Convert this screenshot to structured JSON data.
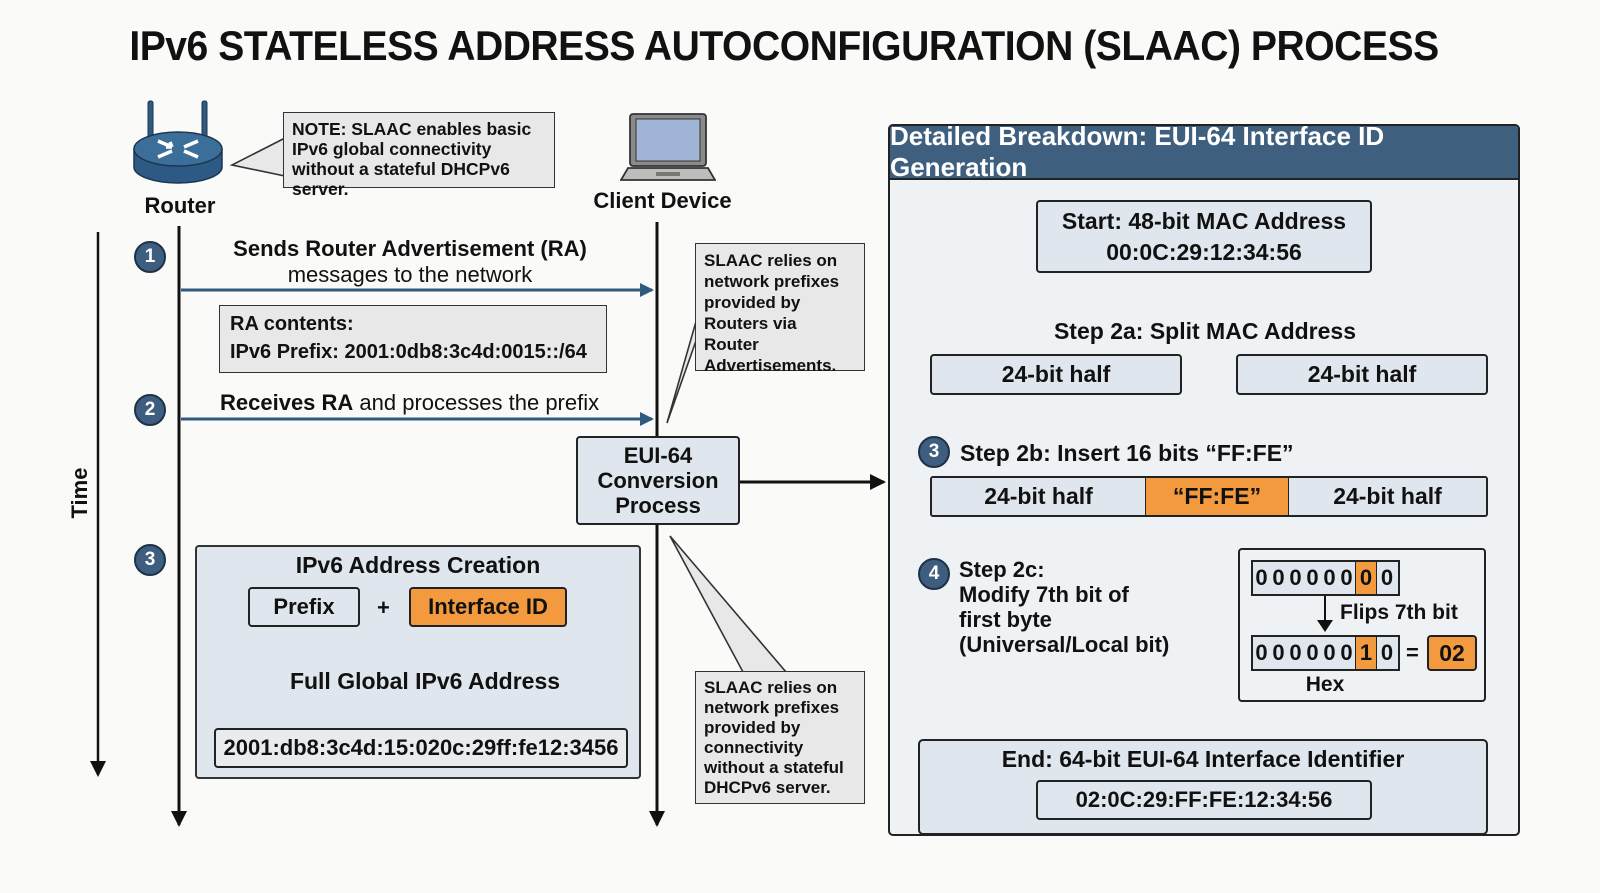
{
  "title": "IPv6 STATELESS ADDRESS AUTOCONFIGURATION (SLAAC) PROCESS",
  "colors": {
    "accent_blue": "#3d5e7e",
    "header_blue": "#3f5f7f",
    "orange": "#f39a3e",
    "box_fill": "#dfe6ed",
    "note_fill": "#e8e8e8"
  },
  "actors": {
    "router": {
      "label": "Router",
      "icon": "router-icon"
    },
    "client": {
      "label": "Client Device",
      "icon": "laptop-icon"
    }
  },
  "time_axis": {
    "label": "Time"
  },
  "notes": {
    "top": "NOTE: SLAAC enables basic IPv6 global connectivity without a stateful DHCPv6 server.",
    "right_upper": "SLAAC relies on network prefixes provided by Routers via Router Advertisements.",
    "right_lower": "SLAAC relies on network prefixes provided by connectivity without a stateful DHCPv6 server."
  },
  "steps": [
    {
      "number": "1",
      "title": "Sends Router Advertisement (RA)",
      "subtitle": "messages to the network"
    },
    {
      "number": "2",
      "title_bold": "Receives RA",
      "title_rest": " and processes the prefix"
    },
    {
      "number": "3"
    }
  ],
  "ra_contents": {
    "label": "RA contents:",
    "prefix": "IPv6 Prefix: 2001:0db8:3c4d:0015::/64"
  },
  "eui_process": {
    "line1": "EUI-64",
    "line2": "Conversion",
    "line3": "Process"
  },
  "address_creation": {
    "title": "IPv6 Address Creation",
    "prefix": "Prefix",
    "plus": "+",
    "interface_id": "Interface ID",
    "full_label": "Full Global IPv6 Address",
    "full_address": "2001:db8:3c4d:15:020c:29ff:fe12:3456"
  },
  "breakdown": {
    "header": "Detailed Breakdown: EUI-64 Interface ID Generation",
    "start_title": "Start: 48-bit MAC Address",
    "start_mac": "00:0C:29:12:34:56",
    "step2a": "Step 2a: Split MAC Address",
    "half": "24-bit half",
    "step2b_num": "3",
    "step2b": "Step 2b: Insert 16 bits “FF:FE”",
    "fffe": "“FF:FE”",
    "step2c_num": "4",
    "step2c_title": "Step 2c:",
    "step2c_l1": "Modify 7th bit of",
    "step2c_l2": "first byte",
    "step2c_l3": "(Universal/Local bit)",
    "bits_before": [
      "0",
      "0",
      "0",
      "0",
      "0",
      "0",
      "0",
      "0"
    ],
    "bits_after": [
      "0",
      "0",
      "0",
      "0",
      "0",
      "0",
      "1",
      "0"
    ],
    "highlight_bit_index": 6,
    "flip_label": "Flips 7th bit",
    "equals": "=",
    "hex_value": "02",
    "hex_label": "Hex",
    "end_title": "End: 64-bit EUI-64 Interface Identifier",
    "end_value": "02:0C:29:FF:FE:12:34:56"
  }
}
